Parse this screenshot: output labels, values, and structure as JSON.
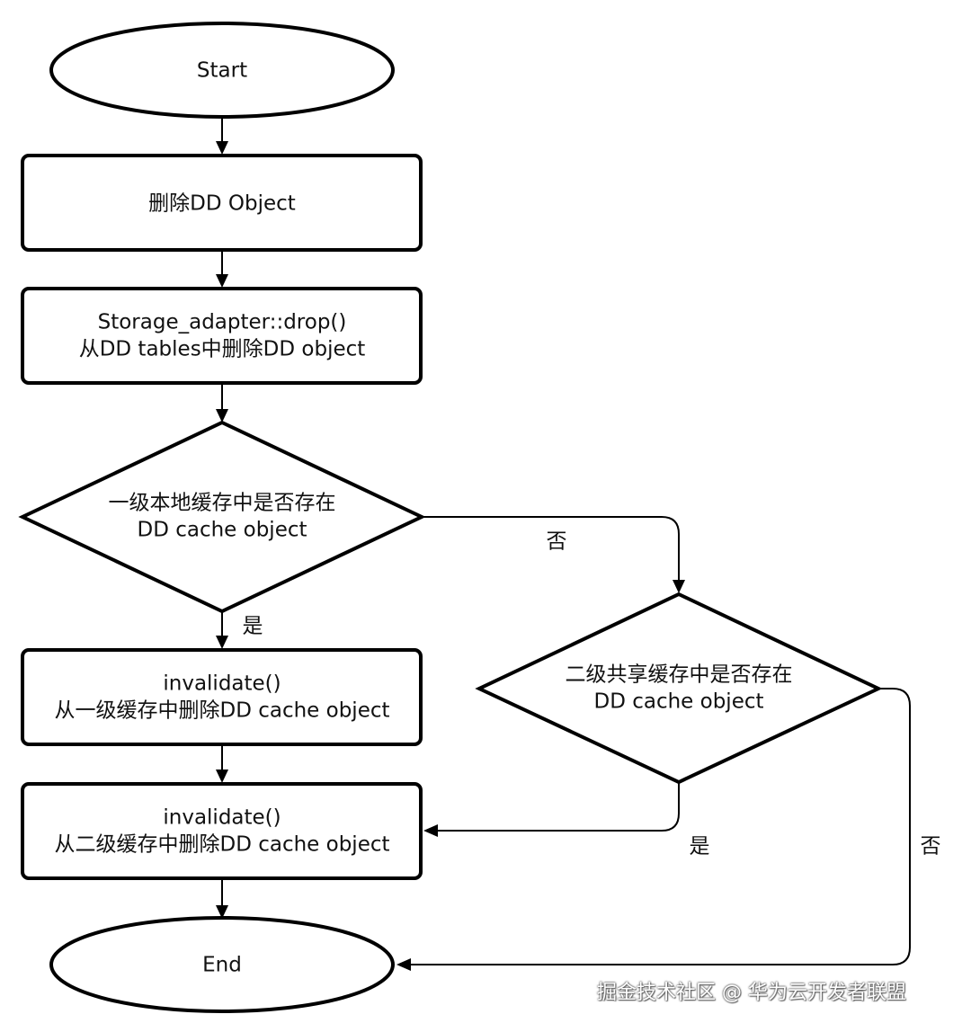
{
  "nodes": {
    "start": {
      "text": "Start"
    },
    "delete_dd_object": {
      "text": "删除DD Object"
    },
    "storage_drop": {
      "line1": "Storage_adapter::drop()",
      "line2": "从DD tables中删除DD object"
    },
    "l1_check": {
      "line1": "一级本地缓存中是否存在",
      "line2": "DD cache object"
    },
    "l1_invalidate": {
      "line1": "invalidate()",
      "line2": "从一级缓存中删除DD cache object"
    },
    "l2_check": {
      "line1": "二级共享缓存中是否存在",
      "line2": "DD cache object"
    },
    "l2_invalidate": {
      "line1": "invalidate()",
      "line2": "从二级缓存中删除DD cache object"
    },
    "end": {
      "text": "End"
    }
  },
  "edge_labels": {
    "l1_no": "否",
    "l1_yes": "是",
    "l2_yes": "是",
    "l2_no": "否"
  },
  "watermark": "掘金技术社区 @ 华为云开发者联盟",
  "colors": {
    "stroke": "#000000",
    "fill": "#ffffff",
    "text": "#111111"
  }
}
